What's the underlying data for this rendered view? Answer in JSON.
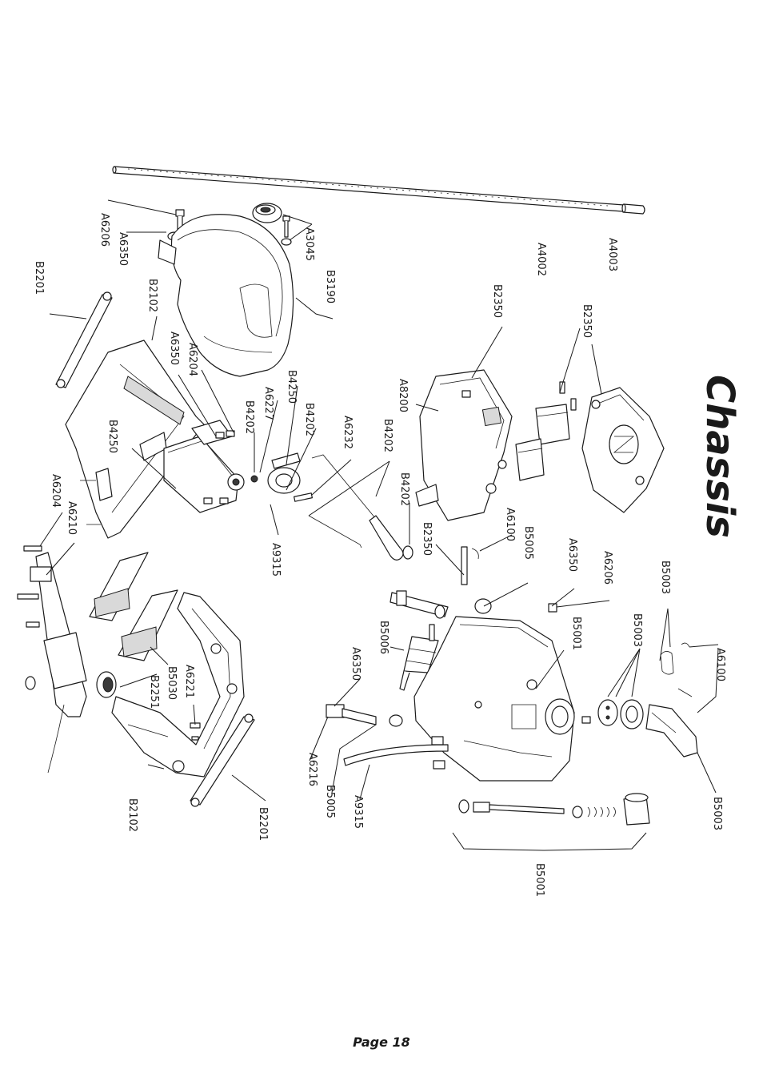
{
  "page": {
    "title": "Chassis",
    "page_number": "Page 18"
  },
  "labels": {
    "A3045": "A3045",
    "A4002": "A4002",
    "A4003": "A4003",
    "A6206_top": "A6206",
    "A6350_top": "A6350",
    "B3190": "B3190",
    "B2201_top": "B2201",
    "B2102_top": "B2102",
    "A6350_mid": "A6350",
    "A6204_mid": "A6204",
    "A6227": "A6227",
    "B4202_a": "B4202",
    "B4250_a": "B4250",
    "B4202_b": "B4202",
    "A6232": "A6232",
    "B4202_c": "B4202",
    "B4202_d": "B4202",
    "B4250_b": "B4250",
    "A6204_left": "A6204",
    "A6210": "A6210",
    "A9315_a": "A9315",
    "B2350_a": "B2350",
    "B2350_b": "B2350",
    "A8200": "A8200",
    "A6100_a": "A6100",
    "B2350_c": "B2350",
    "B5005_a": "B5005",
    "A6350_r": "A6350",
    "A6206_r": "A6206",
    "B5003_a": "B5003",
    "B5003_b": "B5003",
    "B5001_a": "B5001",
    "A6100_b": "A6100",
    "B5006": "B5006",
    "A6350_low": "A6350",
    "A6221": "A6221",
    "B5030": "B5030",
    "B2251": "B2251",
    "A6216": "A6216",
    "B5005_b": "B5005",
    "A9315_b": "A9315",
    "B2102_low": "B2102",
    "B2201_low": "B2201",
    "B5003_c": "B5003",
    "B5001_b": "B5001"
  }
}
